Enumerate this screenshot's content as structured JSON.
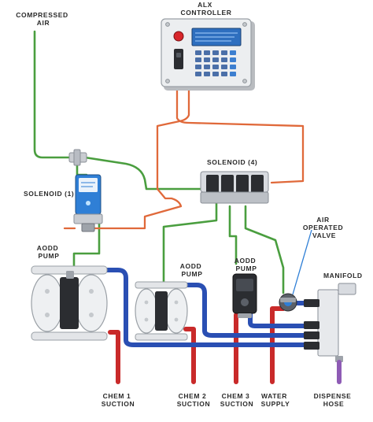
{
  "labels": {
    "compressed_air": [
      "COMPRESSED",
      "AIR"
    ],
    "alx_controller": [
      "ALX",
      "CONTROLLER"
    ],
    "solenoid_1": "SOLENOID (1)",
    "solenoid_4": "SOLENOID (4)",
    "aodd_pump_left": [
      "AODD",
      "PUMP"
    ],
    "aodd_pump_mid": [
      "AODD",
      "PUMP"
    ],
    "aodd_pump_small": [
      "AODD",
      "PUMP"
    ],
    "air_operated_valve": [
      "AIR",
      "OPERATED",
      "VALVE"
    ],
    "manifold": "MANIFOLD",
    "chem1": [
      "CHEM 1",
      "SUCTION"
    ],
    "chem2": [
      "CHEM 2",
      "SUCTION"
    ],
    "chem3": [
      "CHEM 3",
      "SUCTION"
    ],
    "water": [
      "WATER",
      "SUPPLY"
    ],
    "dispense": [
      "DISPENSE",
      "HOSE"
    ]
  },
  "colors": {
    "air_line": "#4a9e3f",
    "signal_cable": "#e0693a",
    "chemical_line": "#c92a2a",
    "discharge_line": "#2a4fb3",
    "dispense_hose": "#8e5bb5",
    "controller_body": "#eceef0",
    "solenoid_blue": "#2f7fd6"
  },
  "icons": [
    "controller-box",
    "solenoid-valve-block",
    "aodd-pump",
    "manifold-block",
    "air-operated-valve"
  ]
}
